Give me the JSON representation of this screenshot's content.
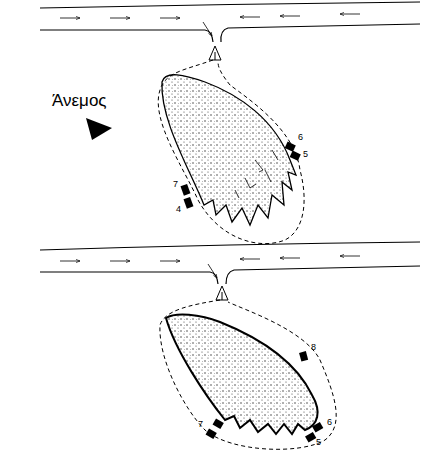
{
  "diagram": {
    "labels": [
      "Άνεμος",
      "7",
      "4",
      "6",
      "5",
      "8",
      "7",
      "6",
      "5"
    ]
  }
}
